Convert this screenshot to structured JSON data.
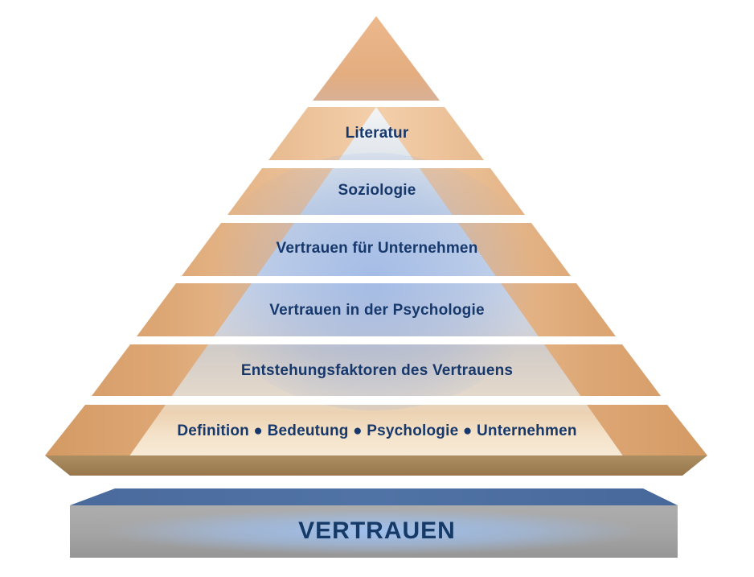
{
  "diagram": {
    "type": "pyramid",
    "language": "de"
  },
  "pyramid": {
    "levels": [
      {
        "label": ""
      },
      {
        "label": "Literatur"
      },
      {
        "label": "Soziologie"
      },
      {
        "label": "Vertrauen für Unternehmen"
      },
      {
        "label": "Vertrauen in der Psychologie"
      },
      {
        "label": "Entstehungsfaktoren des Vertrauens"
      },
      {
        "label": "Definition ● Bedeutung ● Psychologie ● Unternehmen"
      }
    ],
    "base_label": "VERTRAUEN"
  },
  "colors": {
    "band_orange": "#e3ab7c",
    "band_orange_light": "#f3cfab",
    "band_orange_dark": "#d49a64",
    "inner_top_white": "#f3f4f5",
    "inner_blue": "#c9d6ea",
    "inner_warm_gray": "#d2ccc8",
    "inner_cream": "#f8ecd9",
    "bevel_brown": "#a08355",
    "label_navy": "#17386b",
    "base_top_blue": "#4b6b9e",
    "base_front_gray": "#a5a5a5",
    "base_glow_blue": "#9ec0f0",
    "base_label_navy": "#153a67",
    "background": "#ffffff"
  }
}
